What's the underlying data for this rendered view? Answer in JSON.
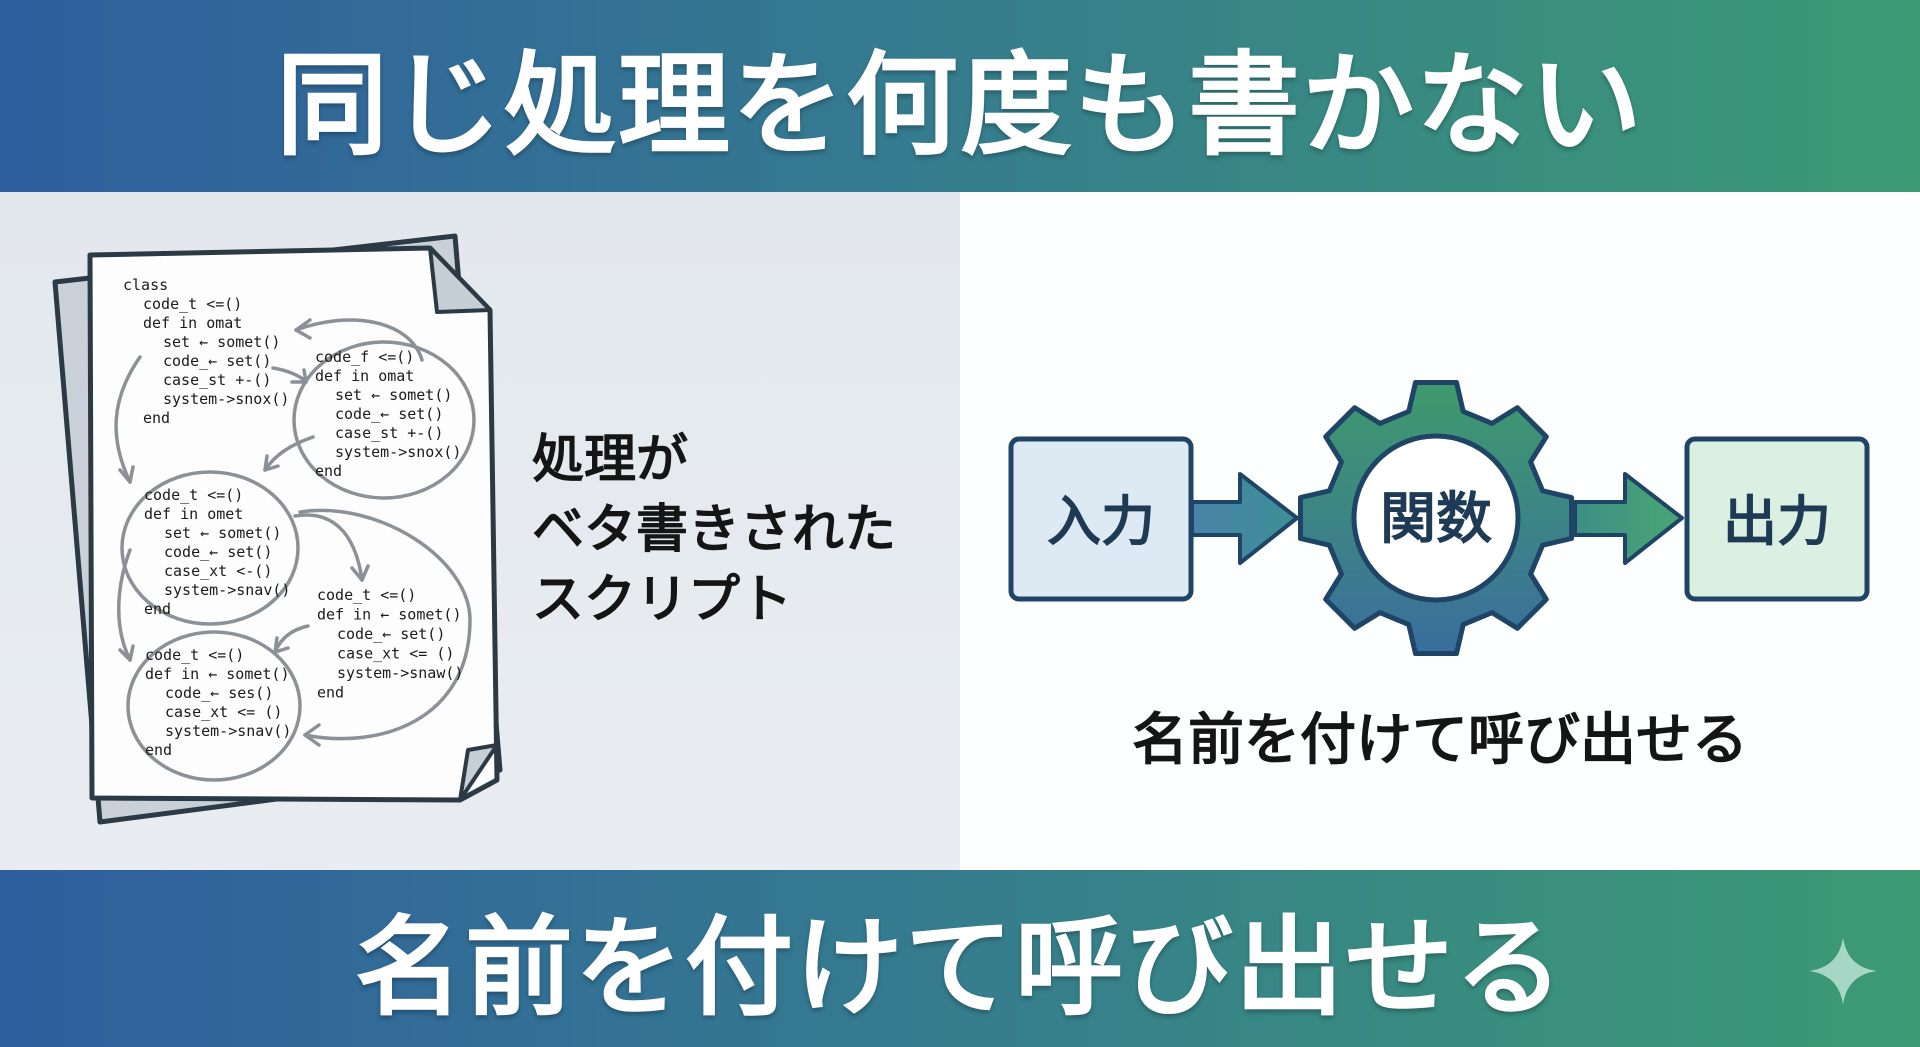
{
  "header": {
    "title": "同じ処理を何度も書かない"
  },
  "left": {
    "code_blocks": [
      [
        "class",
        "  code_t <=()",
        "  def in omat",
        "    set ← somet()",
        "    code_← set()",
        "    case_st +-()",
        "    system->snox()",
        "  end"
      ],
      [
        "code_f <=()",
        "def in omat",
        "  set ← somet()",
        "  code_← set()",
        "  case_st +-()",
        "  system->snox()",
        "end"
      ],
      [
        "code_t <=()",
        "def in omet",
        "  set ← somet()",
        "  code_← set()",
        "  case_xt <-()",
        "  system->snav()",
        "end"
      ],
      [
        "code_t <=()",
        "def in ← somet()",
        "  code_← set()",
        "  case_xt <= ()",
        "  system->snaw()",
        "end"
      ],
      [
        "code_t <=()",
        "def in ← somet()",
        "  code_← ses()",
        "  case_xt <= ()",
        "  system->snav()",
        "end"
      ]
    ],
    "label_lines": [
      "処理が",
      "ベタ書きされた",
      "スクリプト"
    ]
  },
  "right": {
    "input_label": "入力",
    "function_label": "関数",
    "output_label": "出力",
    "caption": "名前を付けて呼び出せる"
  },
  "footer": {
    "text": "名前を付けて呼び出せる"
  },
  "colors": {
    "blue": "#2f5e9e",
    "green": "#3c9a74",
    "outline": "#1f4466",
    "input_fill": "#dde9f3",
    "output_fill": "#dcefe3"
  },
  "icons": {
    "sparkle": "sparkle-icon"
  }
}
